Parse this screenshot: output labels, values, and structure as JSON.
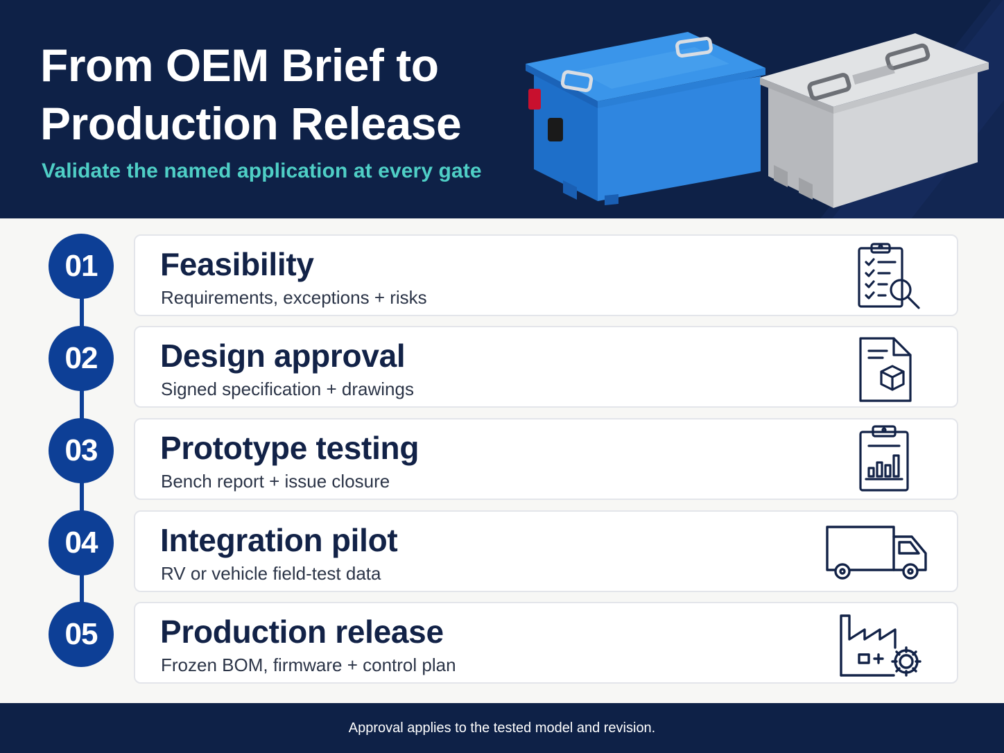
{
  "header": {
    "title_line1": "From OEM Brief to",
    "title_line2": "Production Release",
    "subtitle": "Validate the named application at every gate"
  },
  "images": {
    "blue_battery": "blue lithium battery pack with handles",
    "gray_battery": "gray lithium battery pack with handles"
  },
  "steps": [
    {
      "number": "01",
      "title": "Feasibility",
      "description": "Requirements, exceptions + risks",
      "icon": "checklist-magnifier-icon"
    },
    {
      "number": "02",
      "title": "Design approval",
      "description": "Signed specification + drawings",
      "icon": "document-cube-icon"
    },
    {
      "number": "03",
      "title": "Prototype testing",
      "description": "Bench report + issue closure",
      "icon": "clipboard-chart-icon"
    },
    {
      "number": "04",
      "title": "Integration pilot",
      "description": "RV or vehicle field-test data",
      "icon": "truck-icon"
    },
    {
      "number": "05",
      "title": "Production release",
      "description": "Frozen BOM, firmware + control plan",
      "icon": "factory-gear-icon"
    }
  ],
  "footer": {
    "note": "Approval applies to the tested model and revision."
  },
  "colors": {
    "navy": "#0e2147",
    "step_blue": "#0d3f96",
    "accent_teal": "#4fcfc6",
    "battery_blue": "#2f86e0",
    "battery_gray": "#c9cbcf"
  }
}
